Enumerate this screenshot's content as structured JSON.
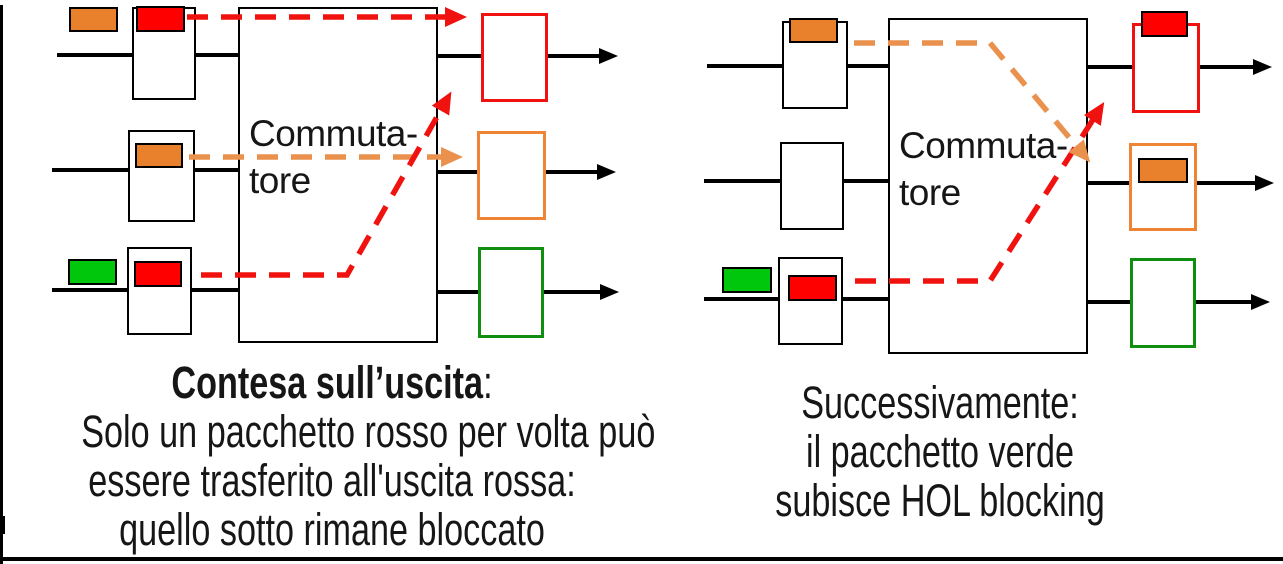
{
  "colors": {
    "black": "#000000",
    "text": "#161616",
    "red-fill": "#fe0000",
    "red-stroke": "#f0120e",
    "orange-fill": "#e8802c",
    "orange-stroke": "#ee8434",
    "orange-dash": "#e9914d",
    "green-fill": "#00c60c",
    "green-stroke": "#0f8e0f"
  },
  "left_panel": {
    "switch_label_line1": "Commuta-",
    "switch_label_line2": "tore",
    "caption_title_bold": "Contesa sull’uscita",
    "caption_title_suffix": ":",
    "caption_line2": "Solo un pacchetto rosso per volta può",
    "caption_line3": "essere trasferito all'uscita rossa:",
    "caption_line4": "quello sotto rimane bloccato"
  },
  "right_panel": {
    "switch_label_line1": "Commuta-",
    "switch_label_line2": "tore",
    "caption_line1": "Successivamente:",
    "caption_line2": "il pacchetto verde",
    "caption_line3": "subisce HOL blocking"
  }
}
